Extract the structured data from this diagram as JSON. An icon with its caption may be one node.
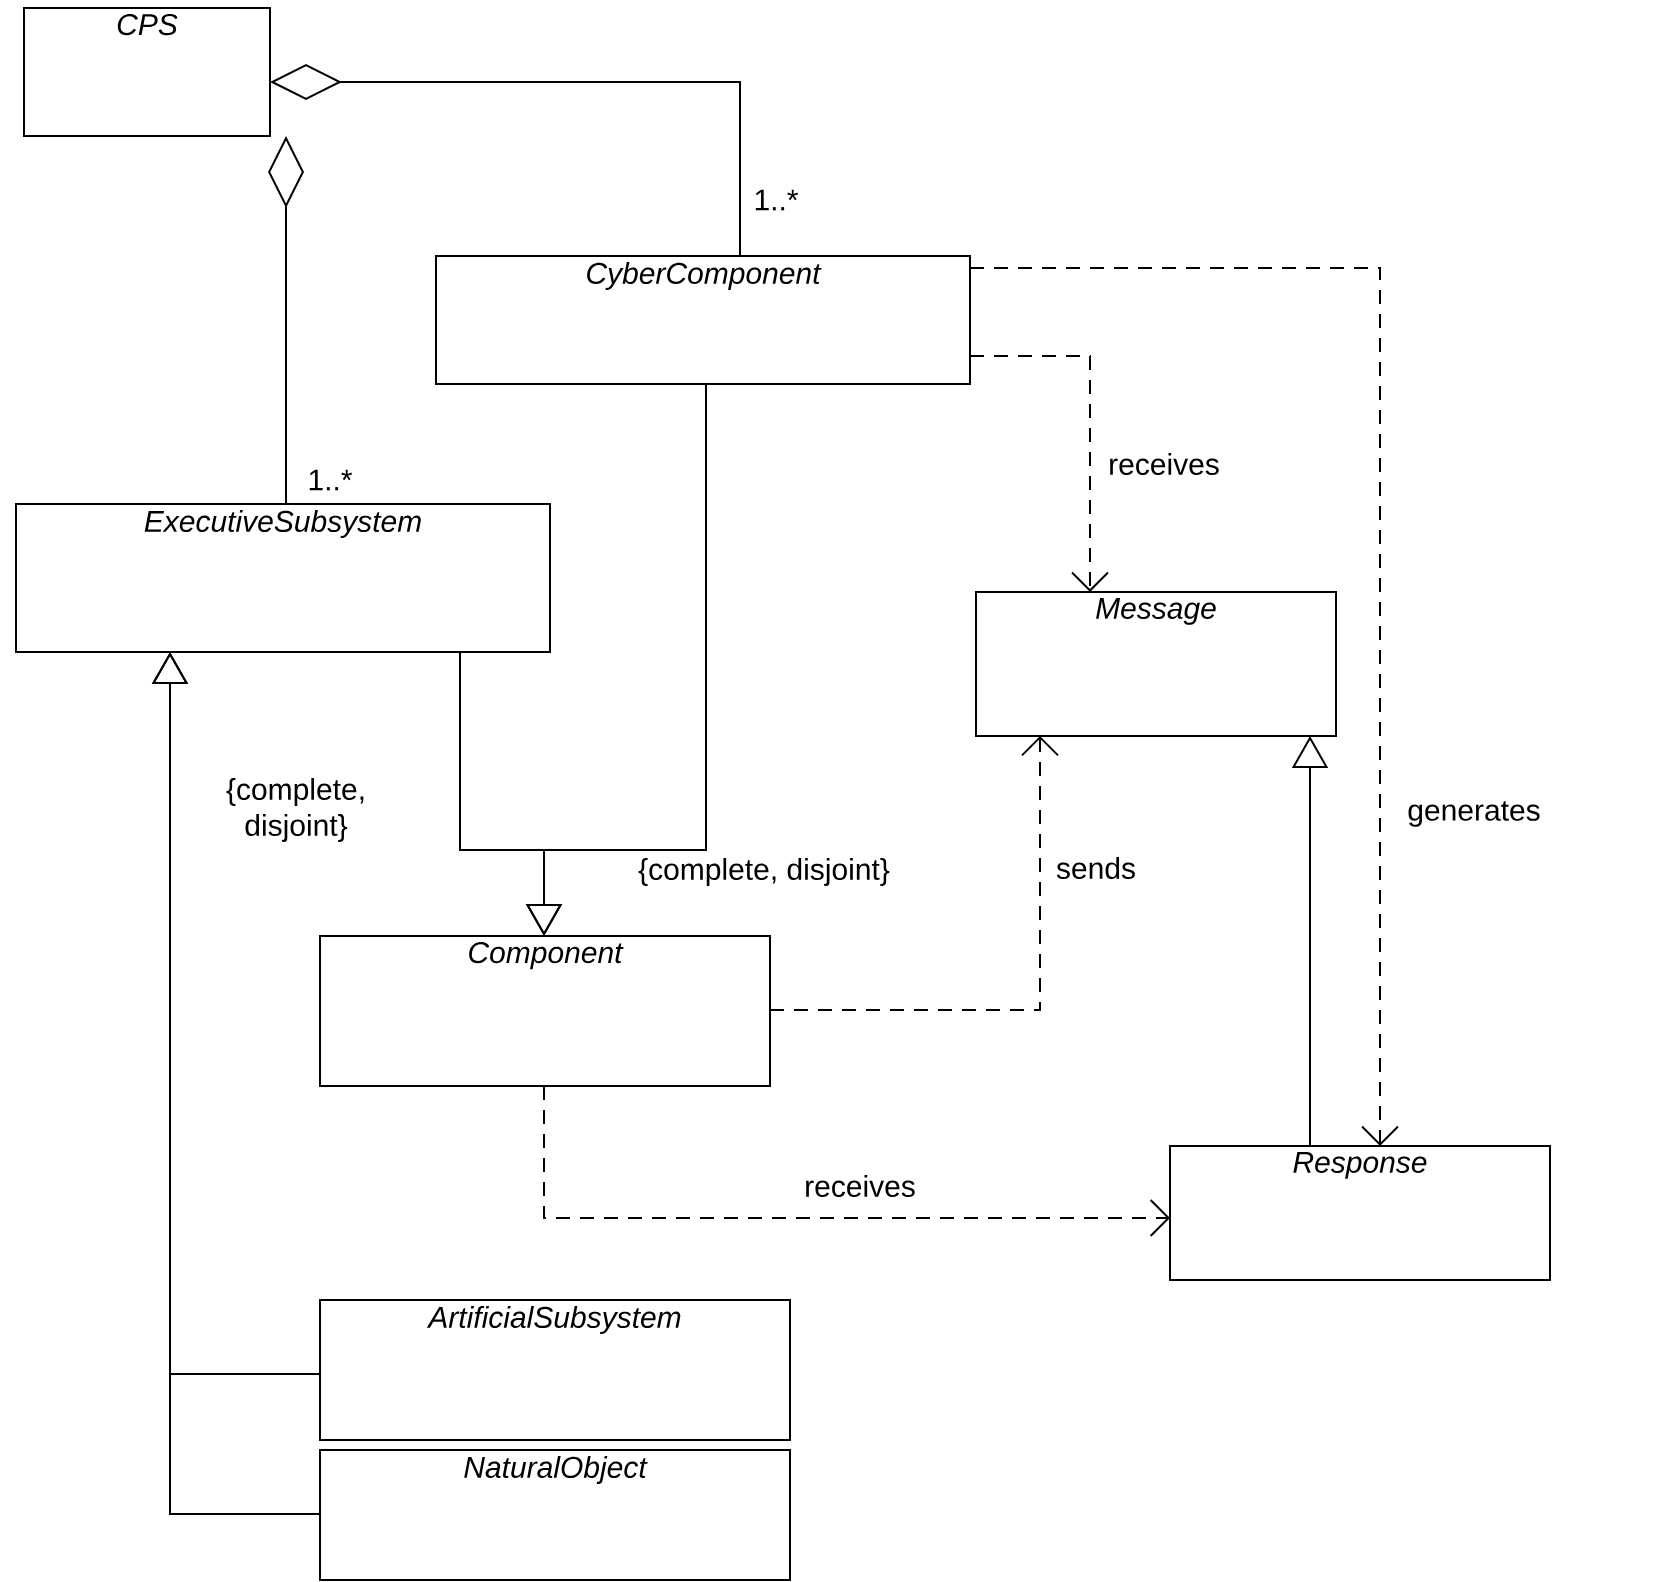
{
  "diagram": {
    "nodes": [
      {
        "text": [
          "CPS"
        ]
      },
      {
        "text": [
          "CyberComponent"
        ]
      },
      {
        "text": [
          "ExecutiveSubsystem"
        ]
      },
      {
        "text": [
          "Message"
        ]
      },
      {
        "text": [
          "Component"
        ]
      },
      {
        "text": [
          "Response"
        ]
      },
      {
        "text": [
          "ArtificialSubsystem"
        ]
      },
      {
        "text": [
          "NaturalObject"
        ]
      }
    ],
    "edges": [
      {
        "from": 1,
        "to": 0,
        "arrow": "other",
        "label": "1..*"
      },
      {
        "from": 2,
        "to": 0,
        "arrow": "other",
        "label": "1..*"
      },
      {
        "from": 2,
        "to": 4,
        "arrow": "to"
      },
      {
        "from": 1,
        "to": 4,
        "arrow": "to",
        "label": "{complete, disjoint}"
      },
      {
        "from": 6,
        "to": 2,
        "arrow": "to",
        "label": "{complete, disjoint}"
      },
      {
        "from": 7,
        "to": 2,
        "arrow": "to"
      },
      {
        "from": 1,
        "to": 3,
        "arrow": "to",
        "style": "dashed",
        "label": "receives"
      },
      {
        "from": 4,
        "to": 3,
        "arrow": "to",
        "style": "dashed",
        "label": "sends"
      },
      {
        "from": 4,
        "to": 5,
        "arrow": "to",
        "style": "dashed",
        "label": "receives"
      },
      {
        "from": 1,
        "to": 5,
        "arrow": "to",
        "style": "dashed",
        "label": "generates"
      },
      {
        "from": 5,
        "to": 3,
        "arrow": "to"
      }
    ]
  }
}
